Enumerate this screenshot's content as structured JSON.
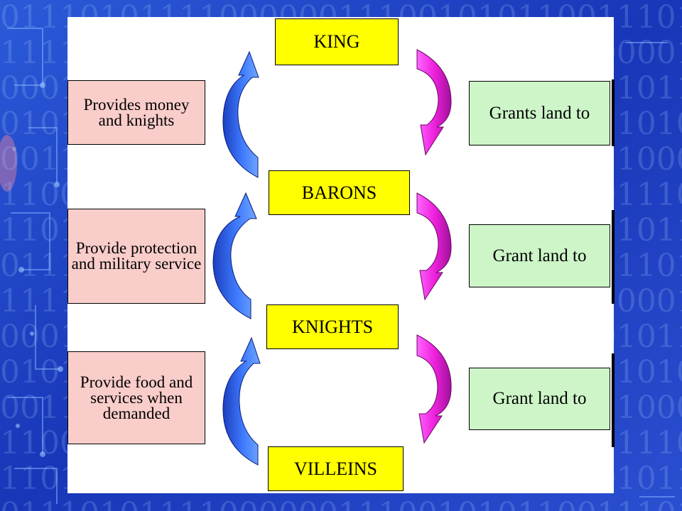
{
  "ranks": [
    "KING",
    "BARONS",
    "KNIGHTS",
    "VILLEINS"
  ],
  "duties": [
    "Provides money and knights",
    "Provide protection and military service",
    "Provide food and services when demanded"
  ],
  "grants": [
    "Grants land to",
    "Grant land to",
    "Grant land to"
  ],
  "colors": {
    "rank_fill": "#ffff00",
    "duty_fill": "#f9cdca",
    "grant_fill": "#cdf5c8",
    "duty_arrow": "#3366ee",
    "grant_arrow": "#ee22dd",
    "background": "#1a3fc0"
  }
}
